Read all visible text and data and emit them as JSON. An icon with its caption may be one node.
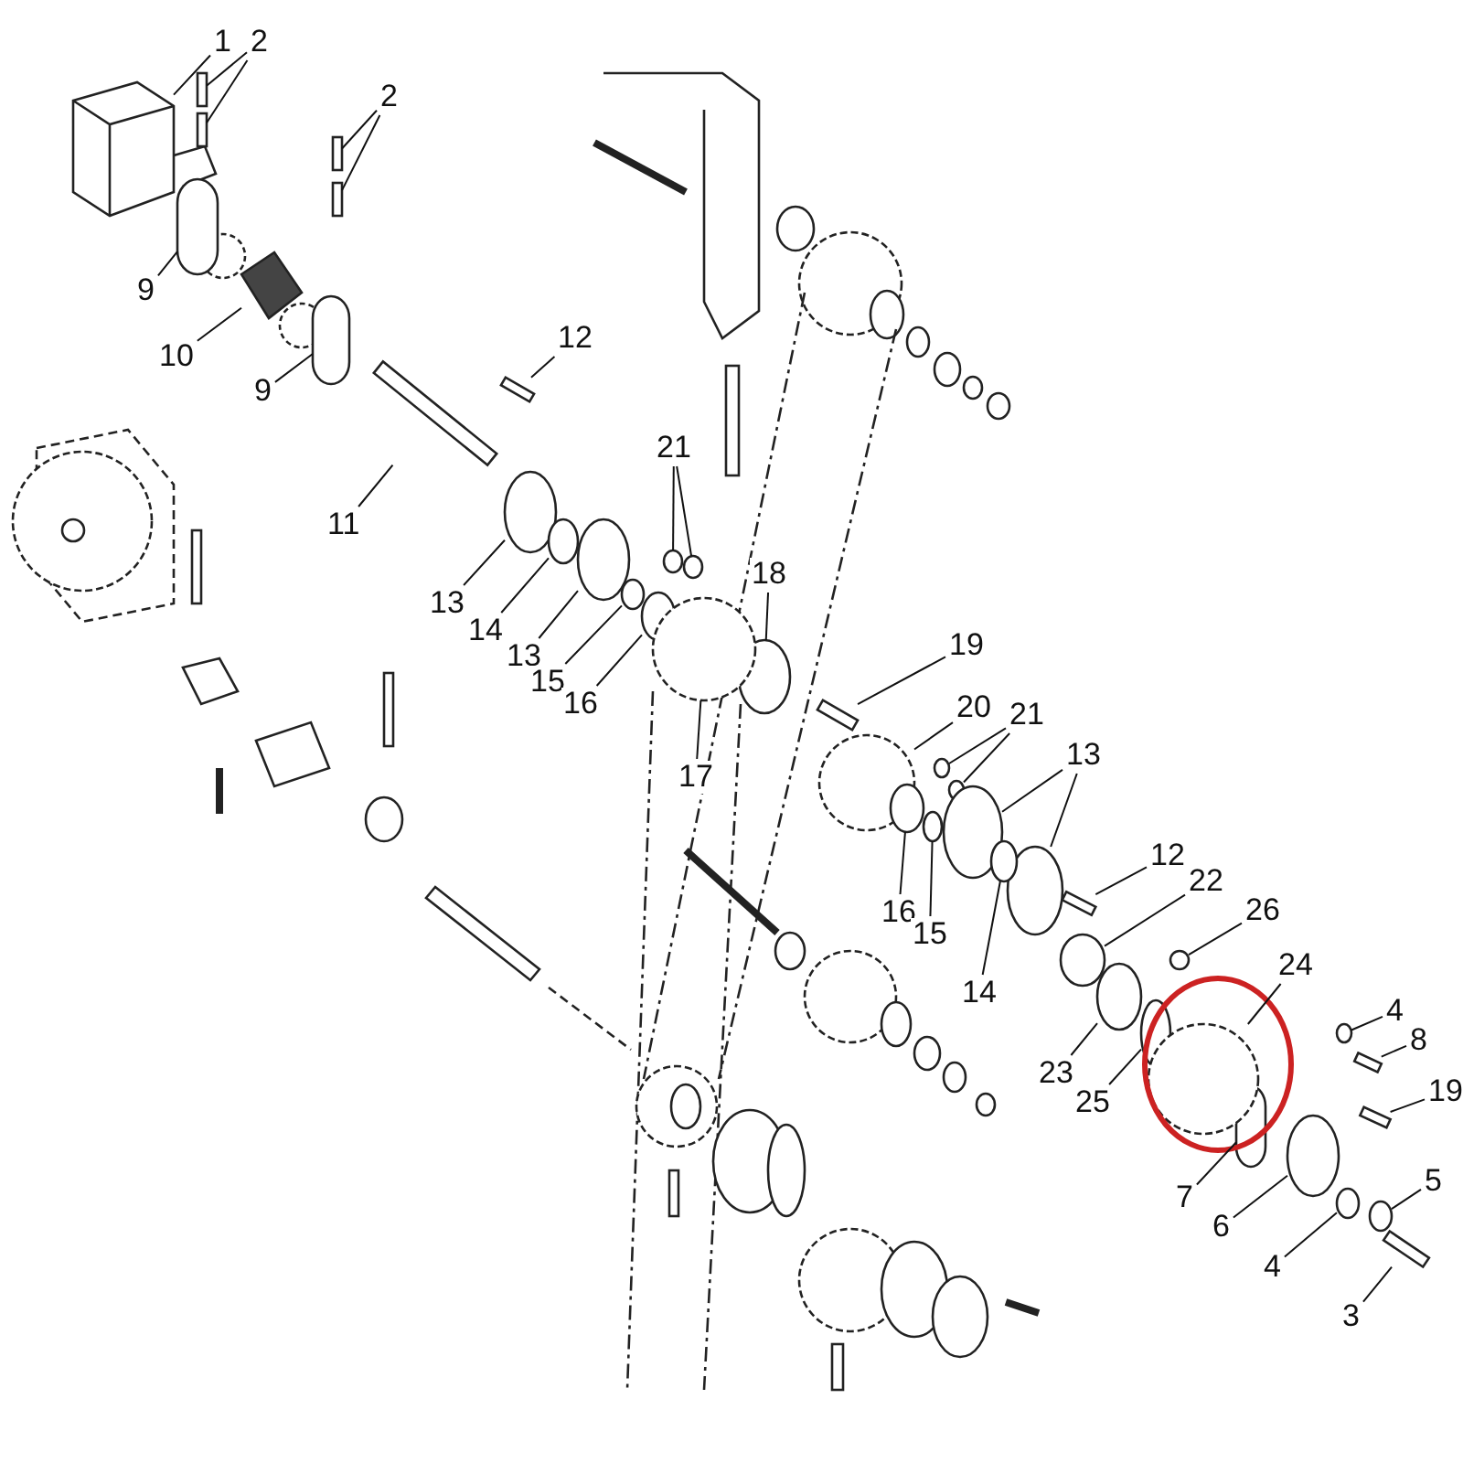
{
  "diagram": {
    "nodes": [
      {
        "text": [
          "1"
        ]
      },
      {
        "text": [
          "2"
        ]
      },
      {
        "text": [
          "2"
        ]
      },
      {
        "text": [
          "9"
        ]
      },
      {
        "text": [
          "10"
        ]
      },
      {
        "text": [
          "9"
        ]
      },
      {
        "text": [
          "12"
        ]
      },
      {
        "text": [
          "11"
        ]
      },
      {
        "text": [
          "21"
        ]
      },
      {
        "text": [
          "13"
        ]
      },
      {
        "text": [
          "14"
        ]
      },
      {
        "text": [
          "13"
        ]
      },
      {
        "text": [
          "15"
        ]
      },
      {
        "text": [
          "16"
        ]
      },
      {
        "text": [
          "18"
        ]
      },
      {
        "text": [
          "17"
        ]
      },
      {
        "text": [
          "19"
        ]
      },
      {
        "text": [
          "20"
        ]
      },
      {
        "text": [
          "21"
        ]
      },
      {
        "text": [
          "13"
        ]
      },
      {
        "text": [
          "12"
        ]
      },
      {
        "text": [
          "22"
        ]
      },
      {
        "text": [
          "26"
        ]
      },
      {
        "text": [
          "24"
        ]
      },
      {
        "text": [
          "16"
        ]
      },
      {
        "text": [
          "15"
        ]
      },
      {
        "text": [
          "14"
        ]
      },
      {
        "text": [
          "23"
        ]
      },
      {
        "text": [
          "25"
        ]
      },
      {
        "text": [
          "7"
        ]
      },
      {
        "text": [
          "6"
        ]
      },
      {
        "text": [
          "4"
        ]
      },
      {
        "text": [
          "8"
        ]
      },
      {
        "text": [
          "19"
        ]
      },
      {
        "text": [
          "5"
        ]
      },
      {
        "text": [
          "4"
        ]
      },
      {
        "text": [
          "3"
        ]
      },
      {
        "text": [],
        "shape": "circle"
      },
      {
        "text": [],
        "shape": "circle"
      },
      {
        "text": [],
        "shape": "cylinder"
      },
      {
        "text": [],
        "shape": "circle"
      },
      {
        "text": [],
        "shape": "circle"
      },
      {
        "text": [],
        "shape": "bar"
      },
      {
        "text": [],
        "shape": "box"
      },
      {
        "text": [],
        "shape": "bar"
      },
      {
        "text": [],
        "shape": "bar"
      },
      {
        "text": [],
        "shape": "bar"
      },
      {
        "text": [],
        "shape": "bar"
      },
      {
        "text": [],
        "shape": "cylinder"
      },
      {
        "text": [],
        "shape": "box"
      },
      {
        "text": [],
        "shape": "cylinder"
      },
      {
        "text": [],
        "shape": "bar"
      },
      {
        "text": [],
        "shape": "bar"
      },
      {
        "text": [],
        "shape": "circle"
      },
      {
        "text": [],
        "shape": "circle"
      },
      {
        "text": [],
        "shape": "circle"
      },
      {
        "text": [],
        "shape": "circle"
      },
      {
        "text": [],
        "shape": "circle"
      },
      {
        "text": [],
        "shape": "circle"
      },
      {
        "text": [],
        "shape": "circle"
      },
      {
        "text": [],
        "shape": "circle"
      },
      {
        "text": [],
        "shape": "circle"
      },
      {
        "text": [],
        "shape": "circle"
      },
      {
        "text": [],
        "shape": "circle"
      },
      {
        "text": [],
        "shape": "circle"
      },
      {
        "text": [],
        "shape": "bar"
      },
      {
        "text": [],
        "shape": "circle"
      },
      {
        "text": [],
        "shape": "circle"
      },
      {
        "text": [],
        "shape": "circle"
      },
      {
        "text": [],
        "shape": "circle"
      },
      {
        "text": [],
        "shape": "circle"
      },
      {
        "text": [],
        "shape": "circle"
      },
      {
        "text": [],
        "shape": "circle"
      },
      {
        "text": [],
        "shape": "circle"
      },
      {
        "text": [],
        "shape": "bar"
      },
      {
        "text": [],
        "shape": "bar"
      },
      {
        "text": [],
        "shape": "circle"
      },
      {
        "text": [],
        "shape": "circle"
      },
      {
        "text": [],
        "shape": "bar"
      }
    ],
    "edges": [
      {
        "from": 0,
        "to": 43,
        "arrow": "none"
      },
      {
        "from": 1,
        "to": 44,
        "arrow": "none"
      },
      {
        "from": 1,
        "to": 45,
        "arrow": "none"
      },
      {
        "from": 2,
        "to": 46,
        "arrow": "none"
      },
      {
        "from": 2,
        "to": 47,
        "arrow": "none"
      },
      {
        "from": 3,
        "to": 48,
        "arrow": "none"
      },
      {
        "from": 4,
        "to": 49,
        "arrow": "none"
      },
      {
        "from": 5,
        "to": 50,
        "arrow": "none"
      },
      {
        "from": 6,
        "to": 51,
        "arrow": "none"
      },
      {
        "from": 7,
        "to": 52,
        "arrow": "none"
      },
      {
        "from": 8,
        "to": 53,
        "arrow": "none"
      },
      {
        "from": 8,
        "to": 54,
        "arrow": "none"
      },
      {
        "from": 9,
        "to": 55,
        "arrow": "none"
      },
      {
        "from": 10,
        "to": 56,
        "arrow": "none"
      },
      {
        "from": 11,
        "to": 57,
        "arrow": "none"
      },
      {
        "from": 12,
        "to": 40,
        "arrow": "none"
      },
      {
        "from": 13,
        "to": 41,
        "arrow": "none"
      },
      {
        "from": 14,
        "to": 58,
        "arrow": "none"
      },
      {
        "from": 15,
        "to": 59,
        "arrow": "none"
      },
      {
        "from": 16,
        "to": 42,
        "arrow": "none"
      },
      {
        "from": 17,
        "to": 60,
        "arrow": "none"
      },
      {
        "from": 18,
        "to": 61,
        "arrow": "none"
      },
      {
        "from": 18,
        "to": 62,
        "arrow": "none"
      },
      {
        "from": 19,
        "to": 63,
        "arrow": "none"
      },
      {
        "from": 19,
        "to": 64,
        "arrow": "none"
      },
      {
        "from": 20,
        "to": 65,
        "arrow": "none"
      },
      {
        "from": 21,
        "to": 66,
        "arrow": "none"
      },
      {
        "from": 22,
        "to": 37,
        "arrow": "none"
      },
      {
        "from": 23,
        "to": 67,
        "arrow": "none"
      },
      {
        "from": 24,
        "to": 68,
        "arrow": "none"
      },
      {
        "from": 25,
        "to": 69,
        "arrow": "none"
      },
      {
        "from": 26,
        "to": 70,
        "arrow": "none"
      },
      {
        "from": 27,
        "to": 71,
        "arrow": "none"
      },
      {
        "from": 28,
        "to": 38,
        "arrow": "none"
      },
      {
        "from": 29,
        "to": 39,
        "arrow": "none"
      },
      {
        "from": 30,
        "to": 72,
        "arrow": "none"
      },
      {
        "from": 31,
        "to": 73,
        "arrow": "none"
      },
      {
        "from": 32,
        "to": 74,
        "arrow": "none"
      },
      {
        "from": 33,
        "to": 75,
        "arrow": "none"
      },
      {
        "from": 34,
        "to": 76,
        "arrow": "none"
      },
      {
        "from": 35,
        "to": 77,
        "arrow": "none"
      },
      {
        "from": 36,
        "to": 78,
        "arrow": "none"
      }
    ]
  }
}
